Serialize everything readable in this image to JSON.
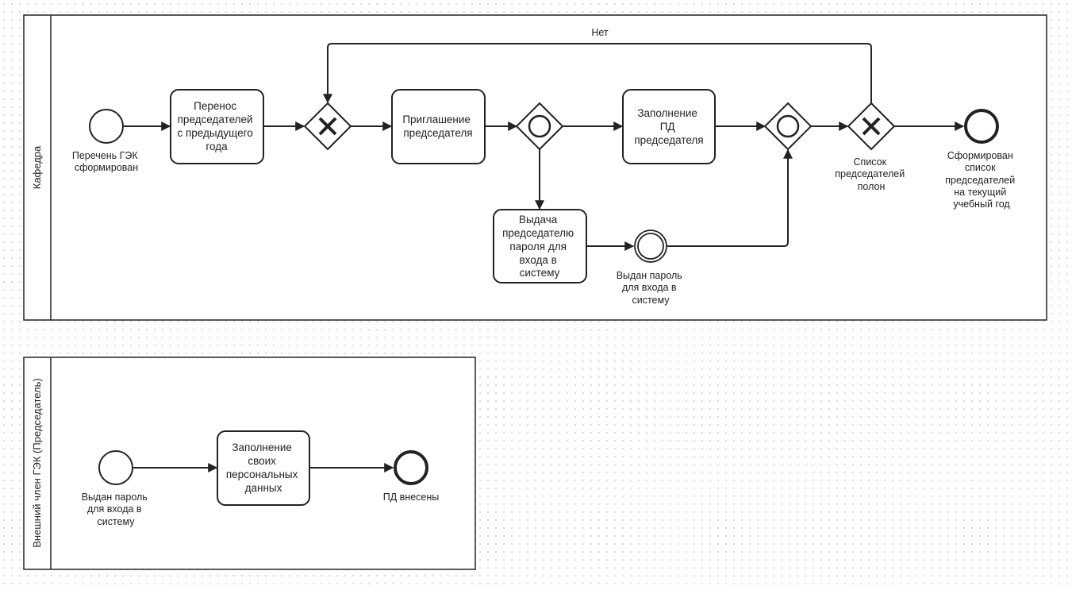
{
  "pools": {
    "kafedra": {
      "label": "Кафедра"
    },
    "external": {
      "label": "Внешний член ГЭК (Председатель)"
    }
  },
  "events": {
    "start_gek_list": [
      "Перечень ГЭК",
      "сформирован"
    ],
    "inter_password": [
      "Выдан пароль",
      "для входа в",
      "систему"
    ],
    "end_formed": [
      "Сформирован",
      "список",
      "председателей",
      "на текущий",
      "учебный год"
    ],
    "start_password": [
      "Выдан пароль",
      "для входа в",
      "систему"
    ],
    "end_pd": [
      "ПД внесены"
    ]
  },
  "tasks": {
    "transfer": [
      "Перенос",
      "председателей",
      "с предыдущего",
      "года"
    ],
    "invite": [
      "Приглашение",
      "председателя"
    ],
    "fill_pd": [
      "Заполнение",
      "ПД",
      "председателя"
    ],
    "issue_password": [
      "Выдача",
      "председателю",
      "пароля для",
      "входа в",
      "систему"
    ],
    "fill_own": [
      "Заполнение",
      "своих",
      "персональных",
      "данных"
    ]
  },
  "gateways": {
    "list_full": [
      "Список",
      "председателей",
      "полон"
    ]
  },
  "flows": {
    "no_label": "Нет"
  }
}
